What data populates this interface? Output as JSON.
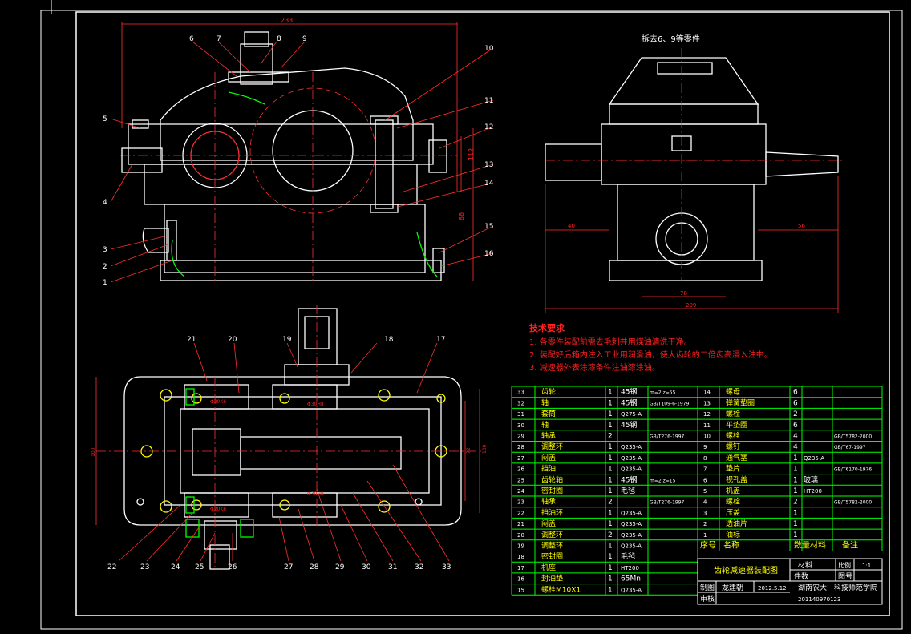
{
  "title_block": {
    "drawing_title": "齿轮减速器装配图",
    "material_label": "材料",
    "scale_label": "比例",
    "scale_value": "1:1",
    "quantity_label": "件数",
    "drawing_no_label": "图号",
    "drafter_label": "制图",
    "drafter_name": "龙建朝",
    "date": "2012.5.12",
    "reviewer_label": "审核",
    "school": "湖南农大　科技师范学院",
    "student_id": "201140970123"
  },
  "top_view_note": "拆去6、9等零件",
  "tech_requirements": {
    "heading": "技术要求",
    "items": [
      "1. 各零件装配前需去毛刺并用煤油清洗干净。",
      "2. 装配好后箱内注入工业用润滑油，使大齿轮的二倍齿高浸入油中。",
      "3. 减速器外表涂漆条件注油漆涂油。"
    ]
  },
  "bom_header": [
    "序号",
    "名称",
    "数量",
    "材料",
    "备注"
  ],
  "bom_left": [
    {
      "no": "33",
      "name": "齿轮",
      "qty": "1",
      "mat": "45钢",
      "note": "m=2,z=55"
    },
    {
      "no": "32",
      "name": "轴",
      "qty": "1",
      "mat": "45钢",
      "note": "GB/T109-6-1979"
    },
    {
      "no": "31",
      "name": "套筒",
      "qty": "1",
      "mat": "Q275-A",
      "note": ""
    },
    {
      "no": "30",
      "name": "轴",
      "qty": "1",
      "mat": "45钢",
      "note": ""
    },
    {
      "no": "29",
      "name": "轴承",
      "qty": "2",
      "mat": "",
      "note": "GB/T276-1997"
    },
    {
      "no": "28",
      "name": "调整环",
      "qty": "1",
      "mat": "Q235-A",
      "note": ""
    },
    {
      "no": "27",
      "name": "闷盖",
      "qty": "1",
      "mat": "Q235-A",
      "note": ""
    },
    {
      "no": "26",
      "name": "挡油",
      "qty": "1",
      "mat": "Q235-A",
      "note": ""
    },
    {
      "no": "25",
      "name": "齿轮轴",
      "qty": "1",
      "mat": "45钢",
      "note": "m=2,z=15"
    },
    {
      "no": "24",
      "name": "密封圈",
      "qty": "1",
      "mat": "毛毡",
      "note": ""
    },
    {
      "no": "23",
      "name": "轴承",
      "qty": "2",
      "mat": "",
      "note": "GB/T276-1997"
    },
    {
      "no": "22",
      "name": "挡油环",
      "qty": "1",
      "mat": "Q235-A",
      "note": ""
    },
    {
      "no": "21",
      "name": "闷盖",
      "qty": "1",
      "mat": "Q235-A",
      "note": ""
    },
    {
      "no": "20",
      "name": "调整环",
      "qty": "2",
      "mat": "Q235-A",
      "note": ""
    },
    {
      "no": "19",
      "name": "调整环",
      "qty": "1",
      "mat": "Q235-A",
      "note": ""
    },
    {
      "no": "18",
      "name": "密封圈",
      "qty": "1",
      "mat": "毛毡",
      "note": ""
    },
    {
      "no": "17",
      "name": "机座",
      "qty": "1",
      "mat": "HT200",
      "note": ""
    },
    {
      "no": "16",
      "name": "封油垫",
      "qty": "1",
      "mat": "65Mn",
      "note": ""
    },
    {
      "no": "15",
      "name": "螺栓M10X1",
      "qty": "1",
      "mat": "Q235-A",
      "note": ""
    }
  ],
  "bom_right": [
    {
      "no": "14",
      "name": "螺母",
      "qty": "6",
      "mat": "",
      "note": ""
    },
    {
      "no": "13",
      "name": "弹簧垫圈",
      "qty": "6",
      "mat": "",
      "note": ""
    },
    {
      "no": "12",
      "name": "螺栓",
      "qty": "2",
      "mat": "",
      "note": ""
    },
    {
      "no": "11",
      "name": "平垫圈",
      "qty": "6",
      "mat": "",
      "note": ""
    },
    {
      "no": "10",
      "name": "螺栓",
      "qty": "4",
      "mat": "",
      "note": "GB/T5782-2000"
    },
    {
      "no": "9",
      "name": "螺钉",
      "qty": "4",
      "mat": "",
      "note": "GB/T67-1997"
    },
    {
      "no": "8",
      "name": "通气塞",
      "qty": "1",
      "mat": "Q235-A",
      "note": ""
    },
    {
      "no": "7",
      "name": "垫片",
      "qty": "1",
      "mat": "",
      "note": "GB/T6170-1976"
    },
    {
      "no": "6",
      "name": "视孔盖",
      "qty": "1",
      "mat": "玻璃",
      "note": ""
    },
    {
      "no": "5",
      "name": "机盖",
      "qty": "1",
      "mat": "HT200",
      "note": ""
    },
    {
      "no": "4",
      "name": "螺栓",
      "qty": "2",
      "mat": "",
      "note": "GB/T5782-2000"
    },
    {
      "no": "3",
      "name": "压盖",
      "qty": "1",
      "mat": "",
      "note": ""
    },
    {
      "no": "2",
      "name": "透油片",
      "qty": "1",
      "mat": "",
      "note": ""
    },
    {
      "no": "1",
      "name": "油标",
      "qty": "1",
      "mat": "",
      "note": ""
    }
  ],
  "front_labels": [
    "1",
    "2",
    "3",
    "4",
    "5",
    "6",
    "7",
    "8",
    "9",
    "10",
    "11",
    "12",
    "13",
    "14",
    "15",
    "16"
  ],
  "plan_labels": [
    "17",
    "18",
    "19",
    "20",
    "21",
    "22",
    "23",
    "24",
    "25",
    "26",
    "27",
    "28",
    "29",
    "30",
    "31",
    "32",
    "33"
  ],
  "dims": {
    "front_width": "233",
    "front_height": "88",
    "front_side": "112",
    "side_left": "40",
    "side_right": "56",
    "side_mid": "78",
    "side_total": "209",
    "plan_height": "100",
    "plan_inner": "72",
    "plan_side": "100",
    "dia_1": "Φ30K6",
    "dia_2": "Φ30H8",
    "dia_3": "Φ30H8",
    "dia_4": "Φ20K6"
  }
}
